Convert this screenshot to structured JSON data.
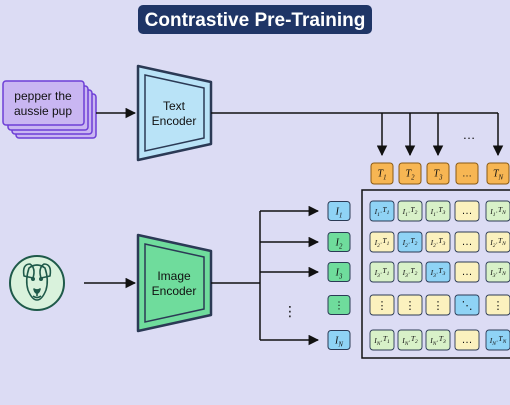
{
  "title": "Contrastive Pre-Training",
  "text_input": {
    "lines": [
      "pepper the",
      "aussie pup"
    ]
  },
  "text_encoder": {
    "lines": [
      "Text",
      "Encoder"
    ]
  },
  "image_encoder": {
    "lines": [
      "Image",
      "Encoder"
    ]
  },
  "image_input": {
    "icon": "dog-face-icon"
  },
  "text_features": [
    {
      "base": "T",
      "sub": "1"
    },
    {
      "base": "T",
      "sub": "2"
    },
    {
      "base": "T",
      "sub": "3"
    },
    {
      "base": "…",
      "sub": ""
    },
    {
      "base": "T",
      "sub": "N"
    }
  ],
  "image_features": [
    {
      "base": "I",
      "sub": "1"
    },
    {
      "base": "I",
      "sub": "2"
    },
    {
      "base": "I",
      "sub": "3"
    },
    {
      "base": "⋮",
      "sub": ""
    },
    {
      "base": "I",
      "sub": "N"
    }
  ],
  "ellipsis_top": "…",
  "ellipsis_middle": "⋮",
  "matrix": {
    "ellipsis_row": "⋮",
    "ellipsis_col": "…",
    "ellipsis_diag": "⋱",
    "dot": "·"
  },
  "colors": {
    "background": "#dcdcf4",
    "title_bg": "#1f3566",
    "title_text": "#ffffff",
    "text_card": "#c9b6f2",
    "text_card_border": "#6d3fd6",
    "text_encoder": "#b9e3f7",
    "image_encoder": "#6fdc9c",
    "encoder_border": "#2b3a55",
    "text_feature": "#f7b653",
    "image_feature_blue": "#8fd3f5",
    "image_feature_green": "#6fdc9c",
    "cell_green": "#d8f1c8",
    "cell_yellow": "#fbf1be",
    "cell_diag": "#8fd3f5",
    "dog_circle": "#d9f2dc",
    "dog_stroke": "#1f5a4a"
  }
}
